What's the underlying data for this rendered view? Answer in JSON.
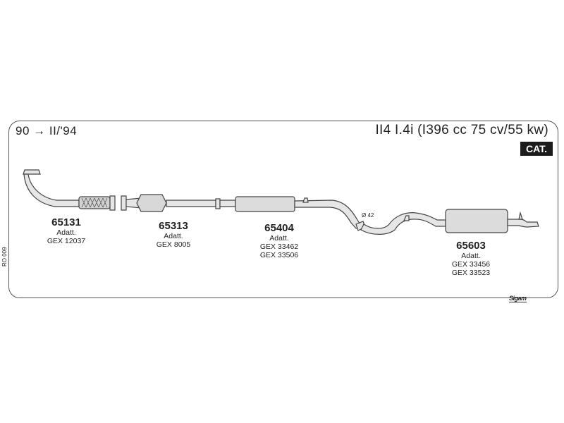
{
  "header": {
    "range": "90 → II/'94",
    "model": "II4 I.4i (I396 cc 75 cv/55 kw)",
    "cat_badge": "CAT."
  },
  "parts": [
    {
      "number": "65131",
      "lines": [
        "Adatt.",
        "GEX 12037"
      ]
    },
    {
      "number": "65313",
      "lines": [
        "Adatt.",
        "GEX 8005"
      ]
    },
    {
      "number": "65404",
      "lines": [
        "Adatt.",
        "GEX 33462",
        "GEX 33506"
      ]
    },
    {
      "number": "65603",
      "lines": [
        "Adatt.",
        "GEX 33456",
        "GEX 33523"
      ]
    }
  ],
  "side_code": "RO 009",
  "diameter_label": "Ø 42",
  "logo": "Sigam",
  "colors": {
    "stroke": "#444444",
    "pipe_fill": "#e6e6e6",
    "badge": "#1c1c1c"
  }
}
